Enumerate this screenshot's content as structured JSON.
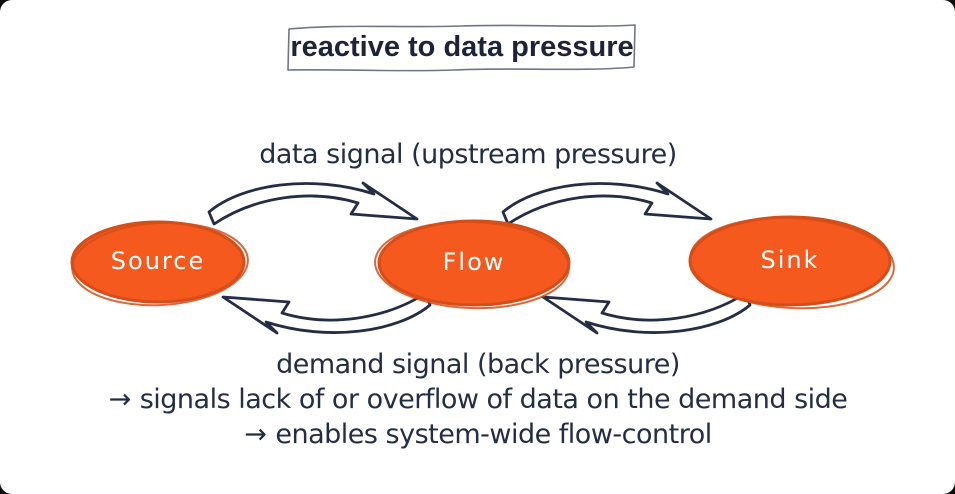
{
  "title": {
    "label": "reactive to data pressure"
  },
  "labels": {
    "top": "data signal (upstream pressure)",
    "bottom": "demand signal (back pressure)"
  },
  "nodes": [
    {
      "id": "source",
      "label": "Source"
    },
    {
      "id": "flow",
      "label": "Flow"
    },
    {
      "id": "sink",
      "label": "Sink"
    }
  ],
  "arrows": [
    {
      "from": "Source",
      "to": "Flow",
      "signal": "data signal"
    },
    {
      "from": "Flow",
      "to": "Sink",
      "signal": "data signal"
    },
    {
      "from": "Flow",
      "to": "Source",
      "signal": "demand signal"
    },
    {
      "from": "Sink",
      "to": "Flow",
      "signal": "demand signal"
    }
  ],
  "bullets": [
    {
      "marker": "→",
      "text": "signals lack of or overflow of data on the demand side"
    },
    {
      "marker": "→",
      "text": "enables system-wide flow-control"
    }
  ],
  "colors": {
    "background": "#ffffff",
    "ink": "#232d45",
    "node_fill": "#f5591d",
    "node_stroke": "#d54e1a",
    "node_text": "#ffffff",
    "title_text": "#1e2438",
    "title_box_border": "#6e7688"
  }
}
